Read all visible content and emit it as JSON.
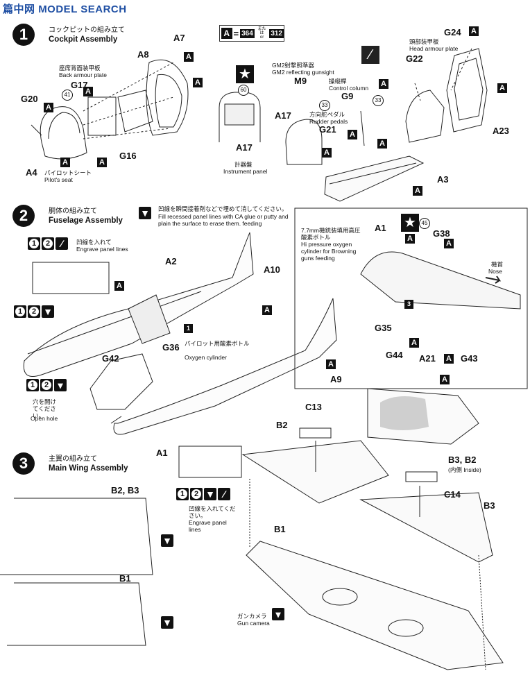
{
  "watermark": {
    "site": "MODEL SEARCH",
    "logo": "篇中网"
  },
  "legend": {
    "letter": "A",
    "equals": "=",
    "value_1": "364",
    "or_jp": "または",
    "or_en": "or",
    "value_2": "312"
  },
  "step1": {
    "number": "1",
    "title_jp": "コックピットの組み立て",
    "title_en": "Cockpit Assembly",
    "parts": {
      "A7": "A7",
      "A8": "A8",
      "G17": "G17",
      "G20": "G20",
      "A4": "A4",
      "G16": "G16",
      "M9": "M9",
      "G9": "G9",
      "A17_left": "A17",
      "A17_center": "A17",
      "G21": "G21",
      "G22": "G22",
      "G24": "G24",
      "A23": "A23",
      "A3": "A3"
    },
    "notes": {
      "back_plate_jp": "座席背面装甲板",
      "back_plate_en": "Back armour plate",
      "seat_jp": "パイロットシート",
      "seat_en": "Pilot's seat",
      "gunsight_jp": "GM2射撃照準器",
      "gunsight_en": "GM2 reflecting gunsight",
      "control_jp": "操縦桿",
      "control_en": "Control column",
      "rudder_jp": "方向舵ペダル",
      "rudder_en": "Rudder pedals",
      "head_armour_jp": "頭部装甲板",
      "head_armour_en": "Head armour plate",
      "panel_jp": "計器盤",
      "panel_en": "Instrument panel"
    },
    "color_refs": {
      "c41": "41",
      "c60": "60",
      "c33a": "33",
      "c33b": "33"
    }
  },
  "step2": {
    "number": "2",
    "title_jp": "胴体の組み立て",
    "title_en": "Fuselage Assembly",
    "fill_note_jp": "凹線を瞬間接着剤などで埋めて消してください。",
    "fill_note_en": "Fill recessed panel lines with CA glue or putty and plain the surface to erase them. feeding",
    "engrave_jp": "凹線を入れて",
    "engrave_en": "Engrave panel lines",
    "hole_jp": "穴を開けてください。",
    "hole_en": "Open hole",
    "oxygen_jp": "パイロット用酸素ボトル",
    "oxygen_en": "Oxygen cylinder",
    "inset_jp": "7.7mm機銃装填用高圧酸素ボトル",
    "inset_en": "Hi pressure oxygen cylinder for Browning guns feeding",
    "nose_jp": "機首",
    "nose_en": "Nose",
    "engrave2_jp": "凹線を入れてください。",
    "engrave2_en": "Engrave panel lines",
    "parts": {
      "A2": "A2",
      "A10": "A10",
      "G36": "G36",
      "G42": "G42",
      "A9": "A9",
      "A1_main": "A1",
      "A1_inset": "A1",
      "G38": "G38",
      "G35": "G35",
      "G44": "G44",
      "A21": "A21",
      "G43": "G43"
    },
    "refs": {
      "c45": "45",
      "b1": "1",
      "b3": "3"
    }
  },
  "step3": {
    "number": "3",
    "title_jp": "主翼の組み立て",
    "title_en": "Main Wing Assembly",
    "parts": {
      "B2_B3_left": "B2, B3",
      "B1_left": "B1",
      "C13": "C13",
      "B2": "B2",
      "B3_B2_right": "B3, B2",
      "inside_jp": "内側",
      "inside_en": "Inside",
      "C14": "C14",
      "B3": "B3",
      "B1": "B1"
    },
    "gun_camera_jp": "ガンカメラ",
    "gun_camera_en": "Gun camera"
  },
  "icons": {
    "step_icon_1": "1",
    "step_icon_2": "2",
    "star": "★"
  }
}
